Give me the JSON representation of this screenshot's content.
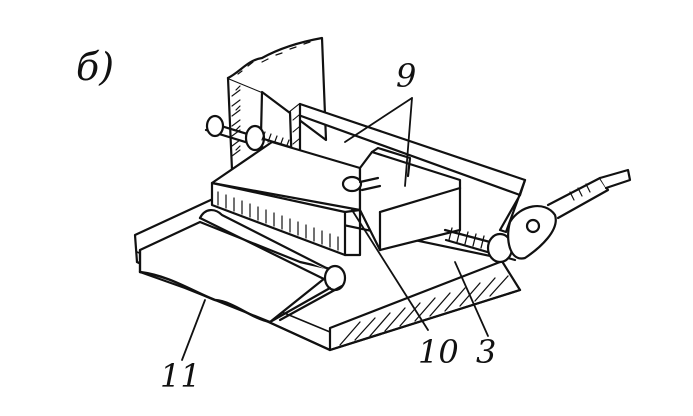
{
  "figure": {
    "figure_label": "б)",
    "callouts": [
      {
        "id": "9",
        "text": "9"
      },
      {
        "id": "10",
        "text": "10"
      },
      {
        "id": "3",
        "text": "3"
      },
      {
        "id": "11",
        "text": "11"
      }
    ],
    "colors": {
      "ink": "#111111",
      "paper": "#ffffff"
    }
  }
}
